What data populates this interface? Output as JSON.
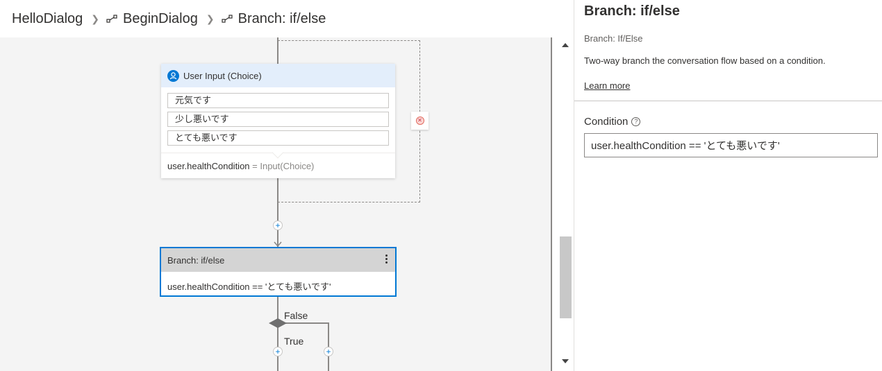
{
  "breadcrumb": {
    "items": [
      {
        "label": "HelloDialog"
      },
      {
        "label": "BeginDialog"
      },
      {
        "label": "Branch: if/else"
      }
    ]
  },
  "canvas": {
    "choice_node": {
      "title": "User Input (Choice)",
      "options": [
        "元気です",
        "少し悪いです",
        "とても悪いです"
      ],
      "property": "user.healthCondition",
      "assign": " = Input(Choice)"
    },
    "branch_node": {
      "title": "Branch: if/else",
      "condition": "user.healthCondition == 'とても悪いです'"
    },
    "false_label": "False",
    "true_label": "True"
  },
  "panel": {
    "title": "Branch: if/else",
    "subtitle": "Branch: If/Else",
    "description": "Two-way branch the conversation flow based on a condition.",
    "learn_more": "Learn more",
    "condition_label": "Condition",
    "condition_value": "user.healthCondition == 'とても悪いです'"
  },
  "colors": {
    "accent": "#0078d4",
    "canvas_bg": "#f4f4f4",
    "choice_header": "#e3eefb",
    "branch_header": "#d4d4d4"
  }
}
